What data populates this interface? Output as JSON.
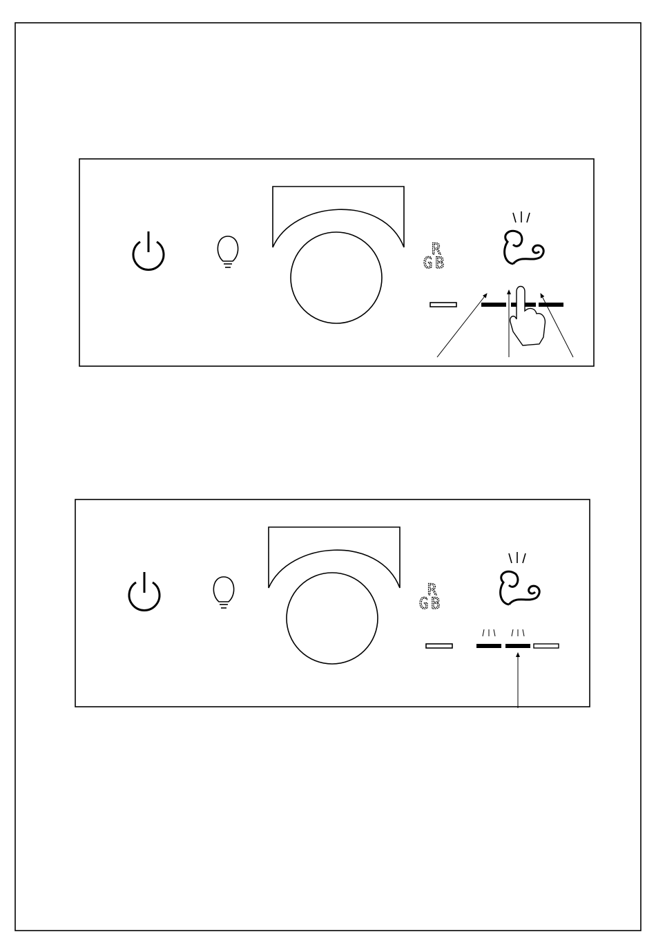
{
  "rgb_icon_letters": [
    "R",
    "G",
    "B"
  ],
  "colors": {
    "ink": "#000000",
    "paper": "#ffffff"
  },
  "panels": [
    {
      "id": "panel-1",
      "light_indicator": "off",
      "fan_levels": [
        "lit",
        "lit",
        "lit"
      ],
      "level_glow": [
        false,
        false,
        false
      ],
      "pointer_hand": true,
      "arrows_to_levels": [
        1,
        2,
        3
      ]
    },
    {
      "id": "panel-2",
      "light_indicator": "off",
      "fan_levels": [
        "lit",
        "lit",
        "off"
      ],
      "level_glow": [
        true,
        true,
        false
      ],
      "pointer_hand": false,
      "arrows_to_levels": [
        2
      ]
    }
  ]
}
